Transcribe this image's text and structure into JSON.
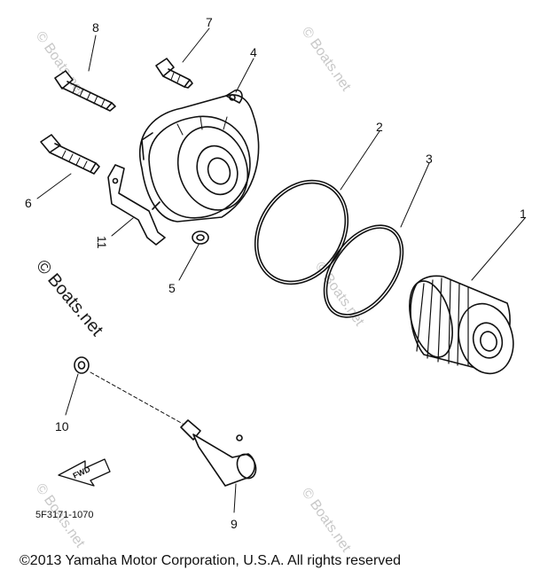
{
  "diagram": {
    "callouts": [
      "1",
      "2",
      "3",
      "4",
      "5",
      "6",
      "7",
      "8",
      "9",
      "10",
      "11"
    ],
    "part_code": "5F3171-1070",
    "fwd_label": "FWD",
    "watermark": "© Boats.net",
    "watermark_small": "© Boats.net"
  },
  "footer": {
    "copyright": "©2013 Yamaha Motor Corporation, U.S.A. All rights reserved"
  },
  "colors": {
    "ink": "#111111",
    "watermark": "#c8c8c8",
    "background": "#ffffff"
  }
}
